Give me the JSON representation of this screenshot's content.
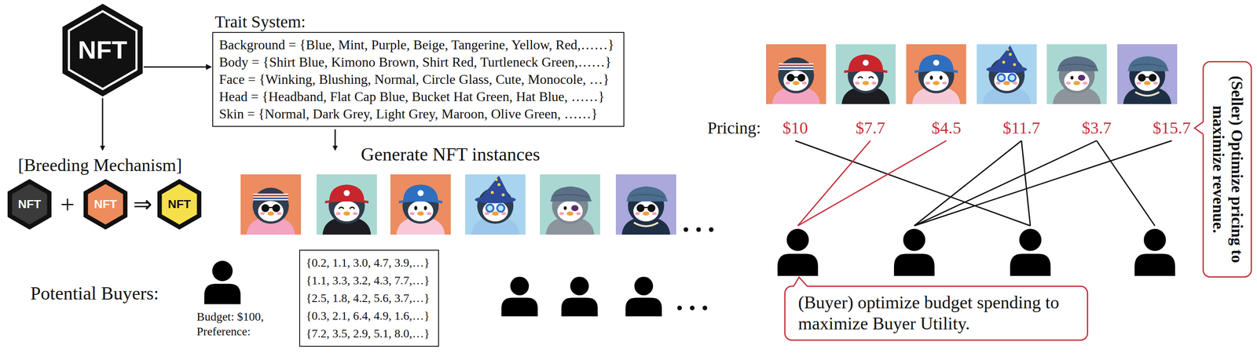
{
  "diagram": {
    "nodes": [
      {
        "text": [
          "NFT"
        ]
      },
      {
        "text": [
          "Trait System:",
          "Background = {Blue, Mint, Purple, Beige, Tangerine, Yellow, Red,……}",
          "Body = {Shirt Blue, Kimono Brown, Shirt Red, Turtleneck Green,……}",
          "Face = {Winking, Blushing, Normal, Circle Glass, Cute, Monocole, …}",
          "Head = {Headband, Flat Cap Blue, Bucket Hat Green, Hat Blue, ……}",
          "Skin = {Normal, Dark Grey, Light Grey, Maroon, Olive Green, ……}"
        ]
      },
      {
        "text": [
          "NFT"
        ]
      },
      {
        "text": [
          "NFT"
        ]
      },
      {
        "text": [
          "NFT"
        ]
      },
      {
        "text": [
          "{0.2, 1.1, 3.0, 4.7, 3.9,…}",
          "{1.1, 3.3, 3.2, 4.3, 7.7,…}",
          "{2.5, 1.8, 4.2, 5.6, 3.7,…}",
          "{0.3, 2.1, 6.4, 4.9, 1.6,…}",
          "{7.2, 3.5, 2.9, 5.1, 8.0,…}"
        ]
      },
      {
        "text": [
          "(Buyer) optimize budget spending to maximize Buyer Utility."
        ]
      },
      {
        "text": [
          "(Seller) Optimize pricing to maximize revenue."
        ]
      }
    ],
    "edges": [
      {
        "from": 0,
        "to": 1,
        "arrow": "to"
      }
    ],
    "labels": [
      "[Breeding Mechanism]",
      "+",
      "⇒",
      "Generate NFT instances",
      "Potential Buyers:",
      "Budget: $100,",
      "Preference:",
      "Pricing:",
      "$10",
      "$7.7",
      "$4.5",
      "$11.7",
      "$3.7",
      "$15.7"
    ]
  }
}
